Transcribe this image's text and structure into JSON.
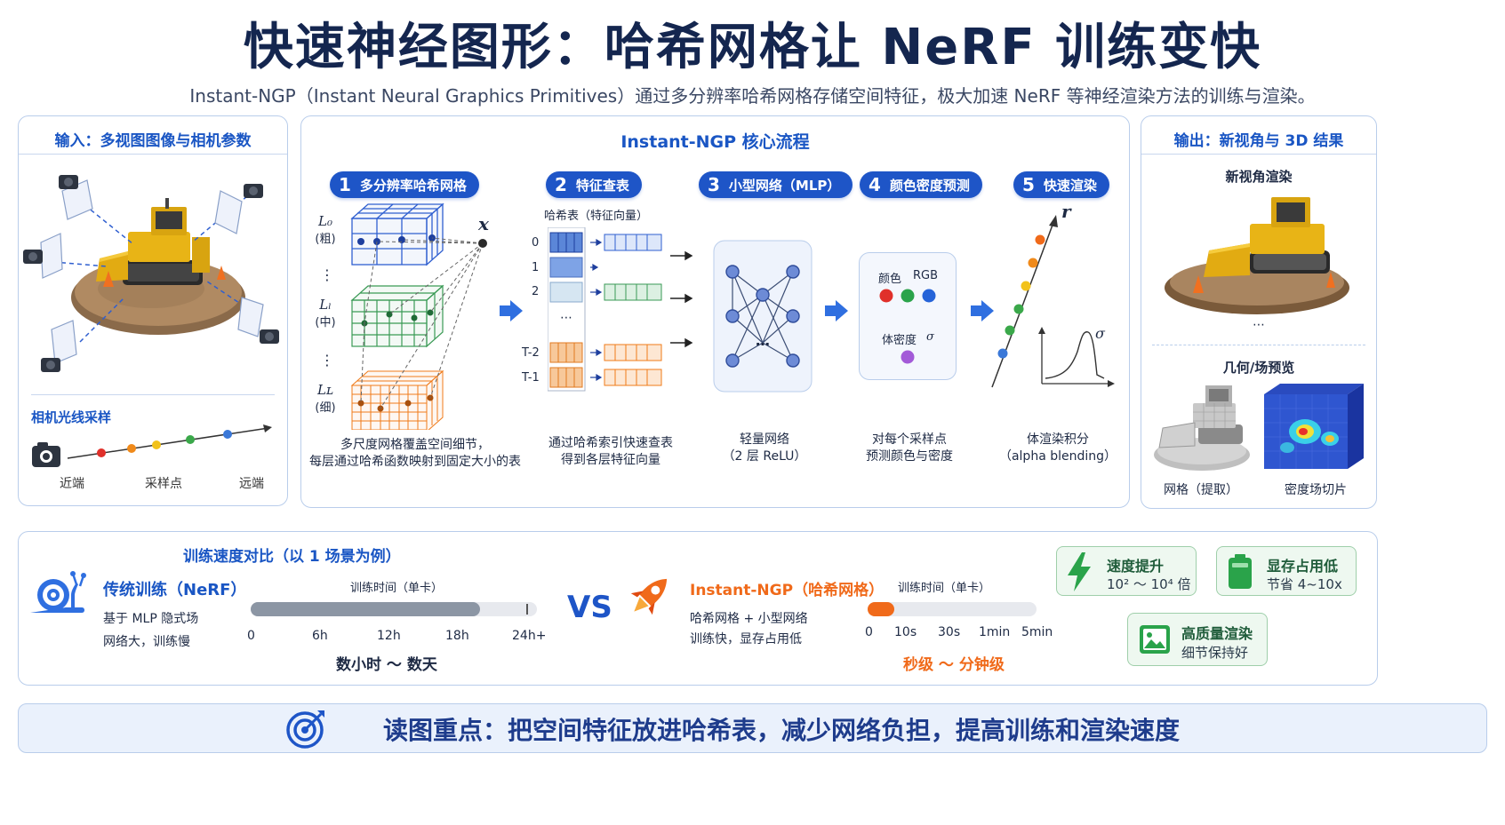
{
  "header": {
    "title": "快速神经图形：哈希网格让 NeRF 训练变快",
    "subtitle": "Instant-NGP（Instant Neural Graphics Primitives）通过多分辨率哈希网格存储空间特征，极大加速 NeRF 等神经渲染方法的训练与渲染。"
  },
  "input_panel": {
    "heading": "输入：多视图图像与相机参数",
    "ray_heading": "相机光线采样",
    "near": "近端",
    "samples": "采样点",
    "far": "远端"
  },
  "pipeline": {
    "heading": "Instant-NGP 核心流程",
    "steps": [
      {
        "num": "1",
        "label": "多分辨率哈希网格"
      },
      {
        "num": "2",
        "label": "特征查表"
      },
      {
        "num": "3",
        "label": "小型网络（MLP）"
      },
      {
        "num": "4",
        "label": "颜色密度预测"
      },
      {
        "num": "5",
        "label": "快速渲染"
      }
    ],
    "levels": [
      {
        "name": "L₀",
        "note": "(粗)"
      },
      {
        "name": "Lₗ",
        "note": "(中)"
      },
      {
        "name": "Lʟ",
        "note": "(细)"
      }
    ],
    "vdots": "⋮",
    "point_label": "x",
    "hash_table_title": "哈希表（特征向量）",
    "hash_rows": [
      "0",
      "1",
      "2",
      "T-2",
      "T-1"
    ],
    "hash_ellipsis": "⋯",
    "color_label": "颜色",
    "rgb_label": "RGB",
    "density_label": "体密度",
    "sigma": "σ",
    "ray_label": "r",
    "mlp_ellipsis": "⋯",
    "captions": [
      {
        "line1": "多尺度网格覆盖空间细节，",
        "line2": "每层通过哈希函数映射到固定大小的表"
      },
      {
        "line1": "通过哈希索引快速查表",
        "line2": "得到各层特征向量"
      },
      {
        "line1": "轻量网络",
        "line2": "（2 层 ReLU）"
      },
      {
        "line1": "对每个采样点",
        "line2": "预测颜色与密度"
      },
      {
        "line1": "体渲染积分",
        "line2": "（alpha blending）"
      }
    ]
  },
  "output_panel": {
    "heading": "输出：新视角与 3D 结果",
    "novel_view": "新视角渲染",
    "ellipsis": "⋯",
    "geometry_heading": "几何/场预览",
    "mesh_label": "网格（提取）",
    "slice_label": "密度场切片"
  },
  "comparison": {
    "heading": "训练速度对比（以 1 场景为例）",
    "vs": "VS",
    "traditional": {
      "name": "传统训练（NeRF）",
      "desc1": "基于 MLP 隐式场",
      "desc2": "网络大，训练慢",
      "axis_title": "训练时间（单卡）",
      "ticks": [
        "0",
        "6h",
        "12h",
        "18h",
        "24h+"
      ],
      "fill_fraction": 0.8,
      "summary": "数小时 ～ 数天"
    },
    "instant": {
      "name": "Instant-NGP（哈希网格）",
      "desc1": "哈希网格 + 小型网络",
      "desc2": "训练快，显存占用低",
      "axis_title": "训练时间（单卡）",
      "ticks": [
        "0",
        "10s",
        "30s",
        "1min",
        "5min"
      ],
      "fill_fraction": 0.16,
      "summary": "秒级 ～ 分钟级"
    },
    "stats": [
      {
        "title": "速度提升",
        "value": "10² ～ 10⁴ 倍"
      },
      {
        "title": "显存占用低",
        "value": "节省 4~10x"
      },
      {
        "title": "高质量渲染",
        "value": "细节保持好"
      }
    ]
  },
  "footer": {
    "text": "读图重点：把空间特征放进哈希表，减少网络负担，提高训练和渲染速度"
  },
  "colors": {
    "primary_blue": "#1e55c7",
    "grid_blue": "#2f5fd0",
    "grid_green": "#3a9a55",
    "grid_orange": "#f07b1a",
    "ngp_orange": "#f06a1a",
    "stat_green": "#2aa34a"
  }
}
